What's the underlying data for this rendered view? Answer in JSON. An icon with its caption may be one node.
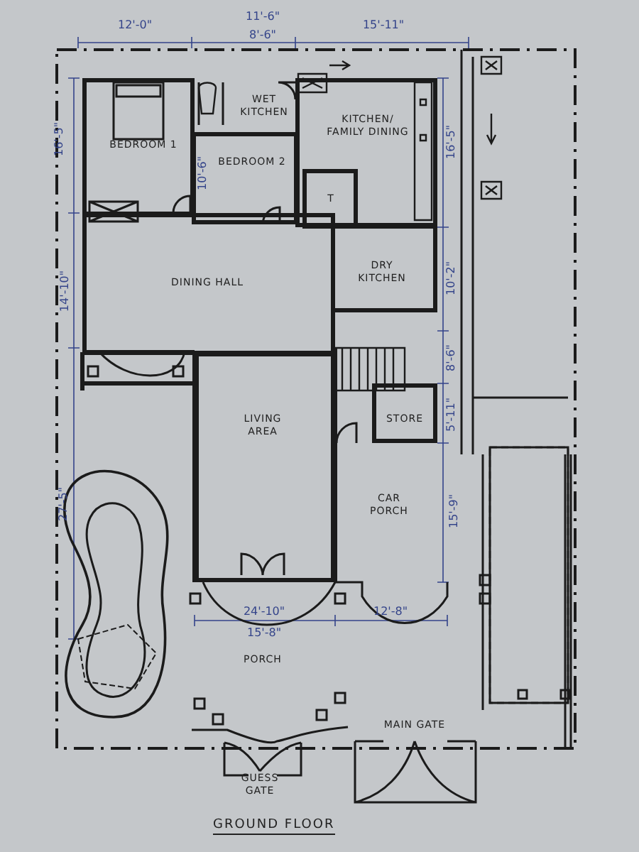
{
  "diagram": {
    "title": "GROUND FLOOR",
    "nodes": [
      {
        "text": [
          "BEDROOM 1"
        ]
      },
      {
        "text": [
          "WET KITCHEN"
        ]
      },
      {
        "text": [
          "BEDROOM 2"
        ]
      },
      {
        "text": [
          "KITCHEN/ FAMILY DINING"
        ]
      },
      {
        "text": [
          "T"
        ],
        "in": 3
      },
      {
        "text": [
          "DINING HALL"
        ]
      },
      {
        "text": [
          "DRY KITCHEN"
        ]
      },
      {
        "text": [
          "LIVING AREA"
        ]
      },
      {
        "text": [
          "STORE"
        ]
      },
      {
        "text": [
          "CAR PORCH"
        ]
      }
    ],
    "labels": [
      "12'-0\"",
      "11'-6\"",
      "8'-6\"",
      "15'-11\"",
      "16'-5\"",
      "16'-5\"",
      "10'-6\"",
      "14'-10\"",
      "10'-2\"",
      "8'-6\"",
      "5'-11\"",
      "27'-5\"",
      "15'-9\"",
      "24'-10\"",
      "12'-8\"",
      "15'-8\"",
      "PORCH",
      "MAIN GATE",
      "GUESS GATE"
    ]
  }
}
